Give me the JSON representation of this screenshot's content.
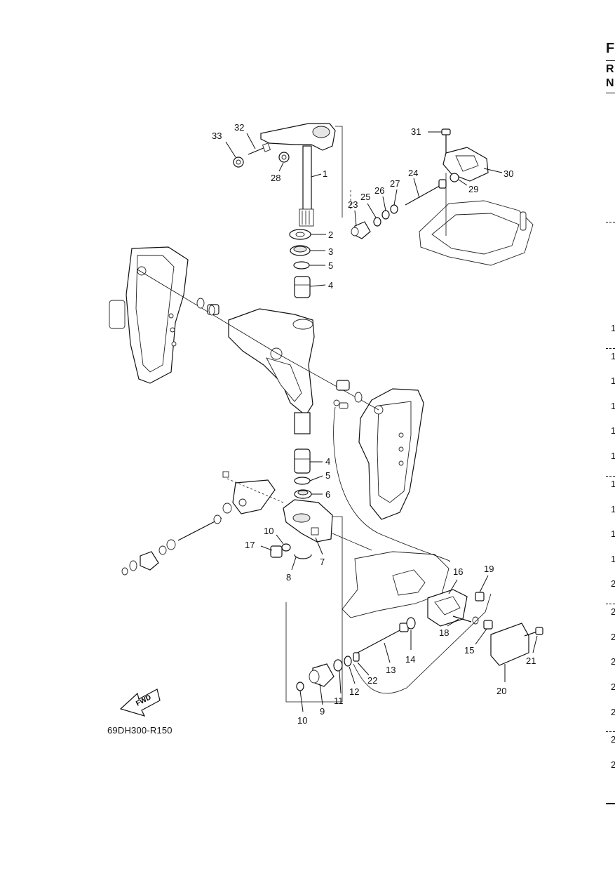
{
  "diagram": {
    "reference_code": "69DH300-R150",
    "fwd_label": "FWD",
    "callouts": [
      "1",
      "2",
      "3",
      "4",
      "5",
      "4",
      "5",
      "6",
      "7",
      "8",
      "9",
      "10",
      "10",
      "11",
      "12",
      "13",
      "14",
      "15",
      "16",
      "17",
      "18",
      "19",
      "20",
      "21",
      "22",
      "23",
      "24",
      "25",
      "26",
      "27",
      "28",
      "29",
      "30",
      "31",
      "32",
      "33"
    ]
  },
  "right_edge": {
    "header_letters": [
      "F",
      "R",
      "N"
    ],
    "row_numbers": [
      "1",
      "1",
      "1",
      "1",
      "1",
      "1",
      "1",
      "1",
      "1",
      "1",
      "2",
      "2",
      "2",
      "2",
      "2",
      "2",
      "2",
      "2"
    ]
  }
}
